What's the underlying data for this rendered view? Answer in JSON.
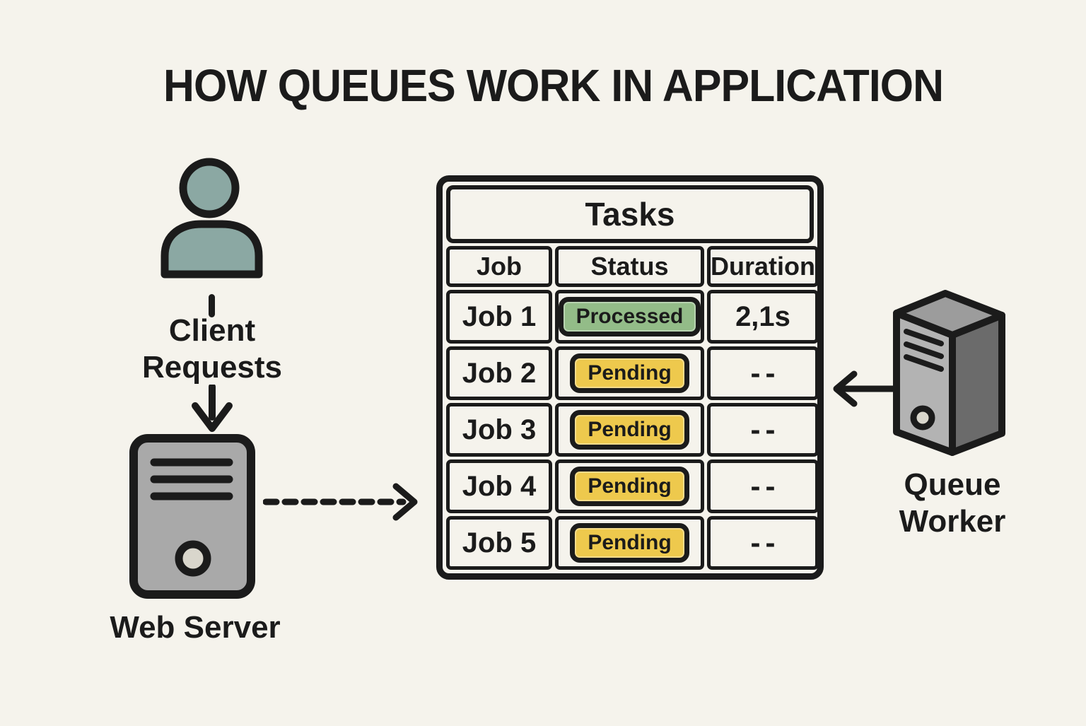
{
  "title": "HOW QUEUES WORK IN APPLICATION",
  "colors": {
    "background": "#f5f3ec",
    "ink": "#1b1b1b",
    "person_fill": "#8ba8a3",
    "server_fill": "#a9a9a9",
    "server_button": "#d9d6cc",
    "worker_front": "#b3b3b3",
    "worker_side": "#6b6b6b",
    "worker_top": "#9c9c9c",
    "processed_green": "#93bc88",
    "pending_yellow": "#eec94d"
  },
  "client": {
    "line1": "Client",
    "line2": "Requests"
  },
  "web_server": {
    "label": "Web Server"
  },
  "queue_worker": {
    "line1": "Queue",
    "line2": "Worker"
  },
  "table": {
    "title": "Tasks",
    "columns": [
      "Job",
      "Status",
      "Duration"
    ],
    "rows": [
      {
        "job": "Job 1",
        "status": "Processed",
        "status_type": "processed",
        "duration": "2,1s"
      },
      {
        "job": "Job 2",
        "status": "Pending",
        "status_type": "pending",
        "duration": "--"
      },
      {
        "job": "Job 3",
        "status": "Pending",
        "status_type": "pending",
        "duration": "--"
      },
      {
        "job": "Job 4",
        "status": "Pending",
        "status_type": "pending",
        "duration": "--"
      },
      {
        "job": "Job 5",
        "status": "Pending",
        "status_type": "pending",
        "duration": "--"
      }
    ]
  }
}
